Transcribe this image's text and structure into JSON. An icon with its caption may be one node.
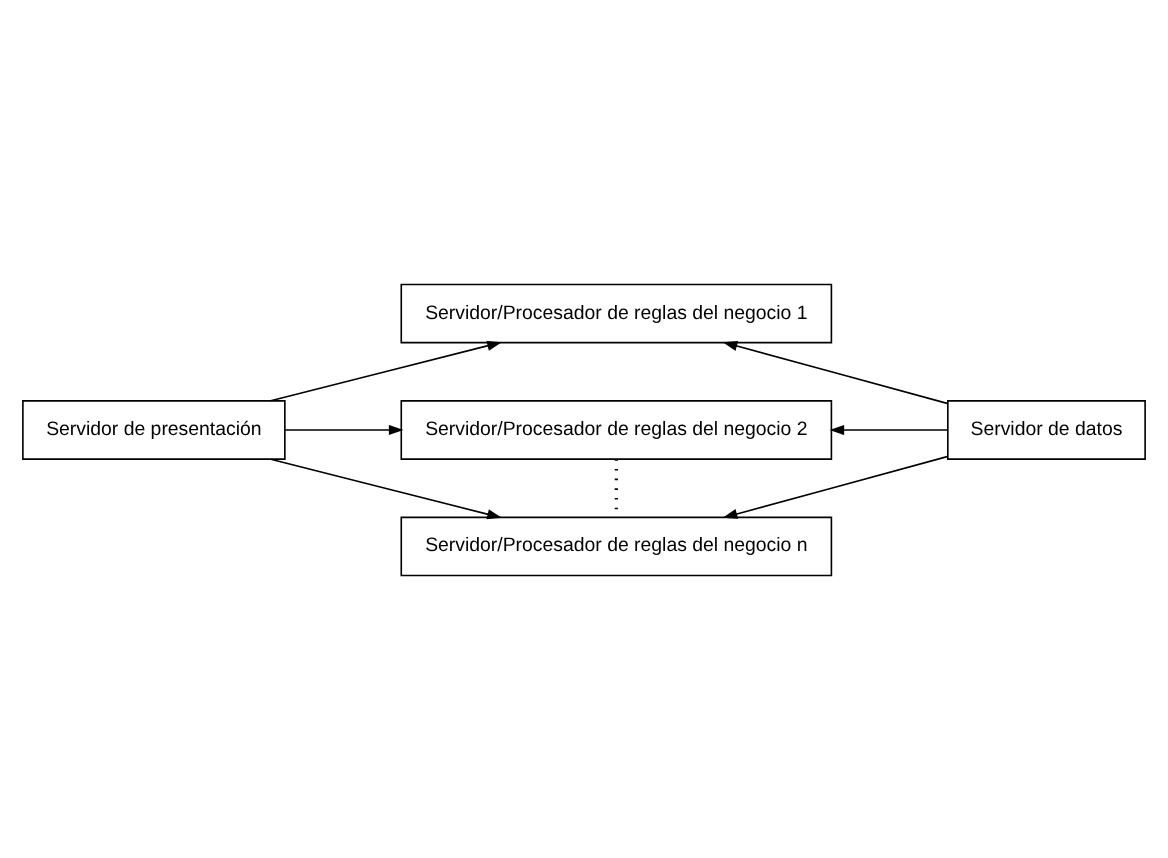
{
  "diagram": {
    "nodes": [
      {
        "text": [
          "Servidor/Procesador de reglas del negocio 1"
        ]
      },
      {
        "text": [
          "Servidor de presentación"
        ]
      },
      {
        "text": [
          "Servidor/Procesador de reglas del negocio 2"
        ]
      },
      {
        "text": [
          "Servidor de datos"
        ]
      },
      {
        "text": [
          "Servidor/Procesador de reglas del negocio n"
        ]
      }
    ],
    "edges": [
      {
        "from": 1,
        "to": 0,
        "arrow": "to"
      },
      {
        "from": 1,
        "to": 2,
        "arrow": "to"
      },
      {
        "from": 1,
        "to": 4,
        "arrow": "to"
      },
      {
        "from": 3,
        "to": 0,
        "arrow": "to"
      },
      {
        "from": 3,
        "to": 2,
        "arrow": "to"
      },
      {
        "from": 3,
        "to": 4,
        "arrow": "to"
      },
      {
        "from": 2,
        "to": 4,
        "arrow": "none",
        "style": "dashed"
      }
    ]
  }
}
